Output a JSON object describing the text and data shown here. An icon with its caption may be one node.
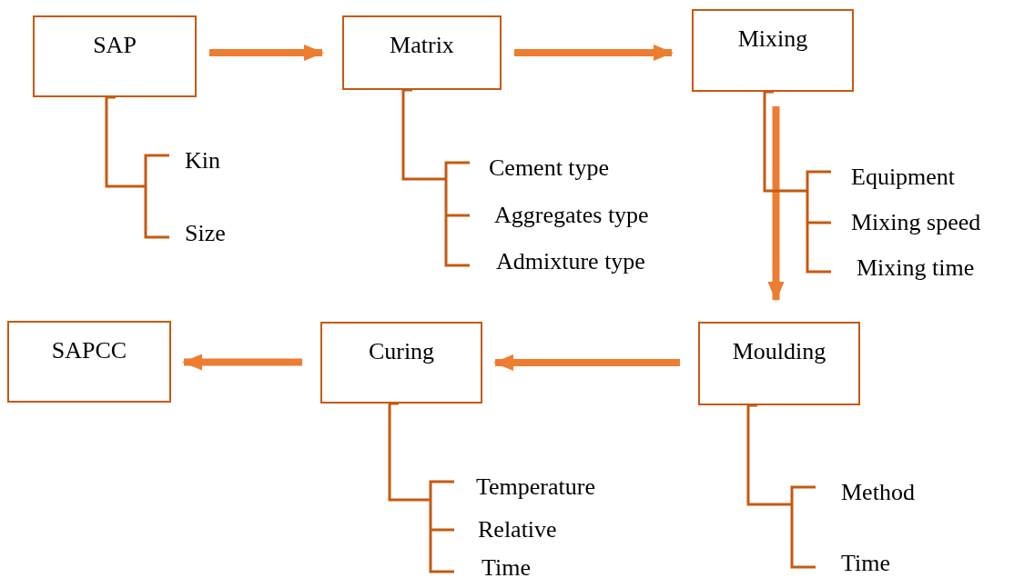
{
  "diagram": {
    "nodes": [
      {
        "text": [
          "SAP"
        ]
      },
      {
        "text": [
          "Matrix"
        ]
      },
      {
        "text": [
          "Mixing"
        ]
      },
      {
        "text": [
          "Moulding"
        ]
      },
      {
        "text": [
          "Curing"
        ]
      },
      {
        "text": [
          "SAPCC"
        ]
      },
      {
        "text": [
          "Kin"
        ]
      },
      {
        "text": [
          "Size"
        ]
      },
      {
        "text": [
          "Cement type"
        ]
      },
      {
        "text": [
          "Aggregates type"
        ]
      },
      {
        "text": [
          "Admixture type"
        ]
      },
      {
        "text": [
          "Equipment"
        ]
      },
      {
        "text": [
          "Mixing speed"
        ]
      },
      {
        "text": [
          "Mixing time"
        ]
      },
      {
        "text": [
          "Method"
        ]
      },
      {
        "text": [
          "Time"
        ]
      },
      {
        "text": [
          "Temperature"
        ]
      },
      {
        "text": [
          "Relative"
        ]
      },
      {
        "text": [
          "Time"
        ]
      }
    ],
    "edges": [
      {
        "from": 0,
        "to": 1,
        "arrow": "to",
        "style": "thick",
        "color": "#ed7d31"
      },
      {
        "from": 1,
        "to": 2,
        "arrow": "to",
        "style": "thick",
        "color": "#ed7d31"
      },
      {
        "from": 2,
        "to": 3,
        "arrow": "to",
        "style": "thick",
        "color": "#ed7d31"
      },
      {
        "from": 3,
        "to": 4,
        "arrow": "to",
        "style": "thick",
        "color": "#ed7d31"
      },
      {
        "from": 4,
        "to": 5,
        "arrow": "to",
        "style": "thick",
        "color": "#ed7d31"
      },
      {
        "from": 0,
        "to": 6,
        "arrow": "none"
      },
      {
        "from": 0,
        "to": 7,
        "arrow": "none"
      },
      {
        "from": 1,
        "to": 8,
        "arrow": "none"
      },
      {
        "from": 1,
        "to": 9,
        "arrow": "none"
      },
      {
        "from": 1,
        "to": 10,
        "arrow": "none"
      },
      {
        "from": 2,
        "to": 11,
        "arrow": "none"
      },
      {
        "from": 2,
        "to": 12,
        "arrow": "none"
      },
      {
        "from": 2,
        "to": 13,
        "arrow": "none"
      },
      {
        "from": 3,
        "to": 14,
        "arrow": "none"
      },
      {
        "from": 3,
        "to": 15,
        "arrow": "none"
      },
      {
        "from": 4,
        "to": 16,
        "arrow": "none"
      },
      {
        "from": 4,
        "to": 17,
        "arrow": "none"
      },
      {
        "from": 4,
        "to": 18,
        "arrow": "none"
      }
    ]
  }
}
